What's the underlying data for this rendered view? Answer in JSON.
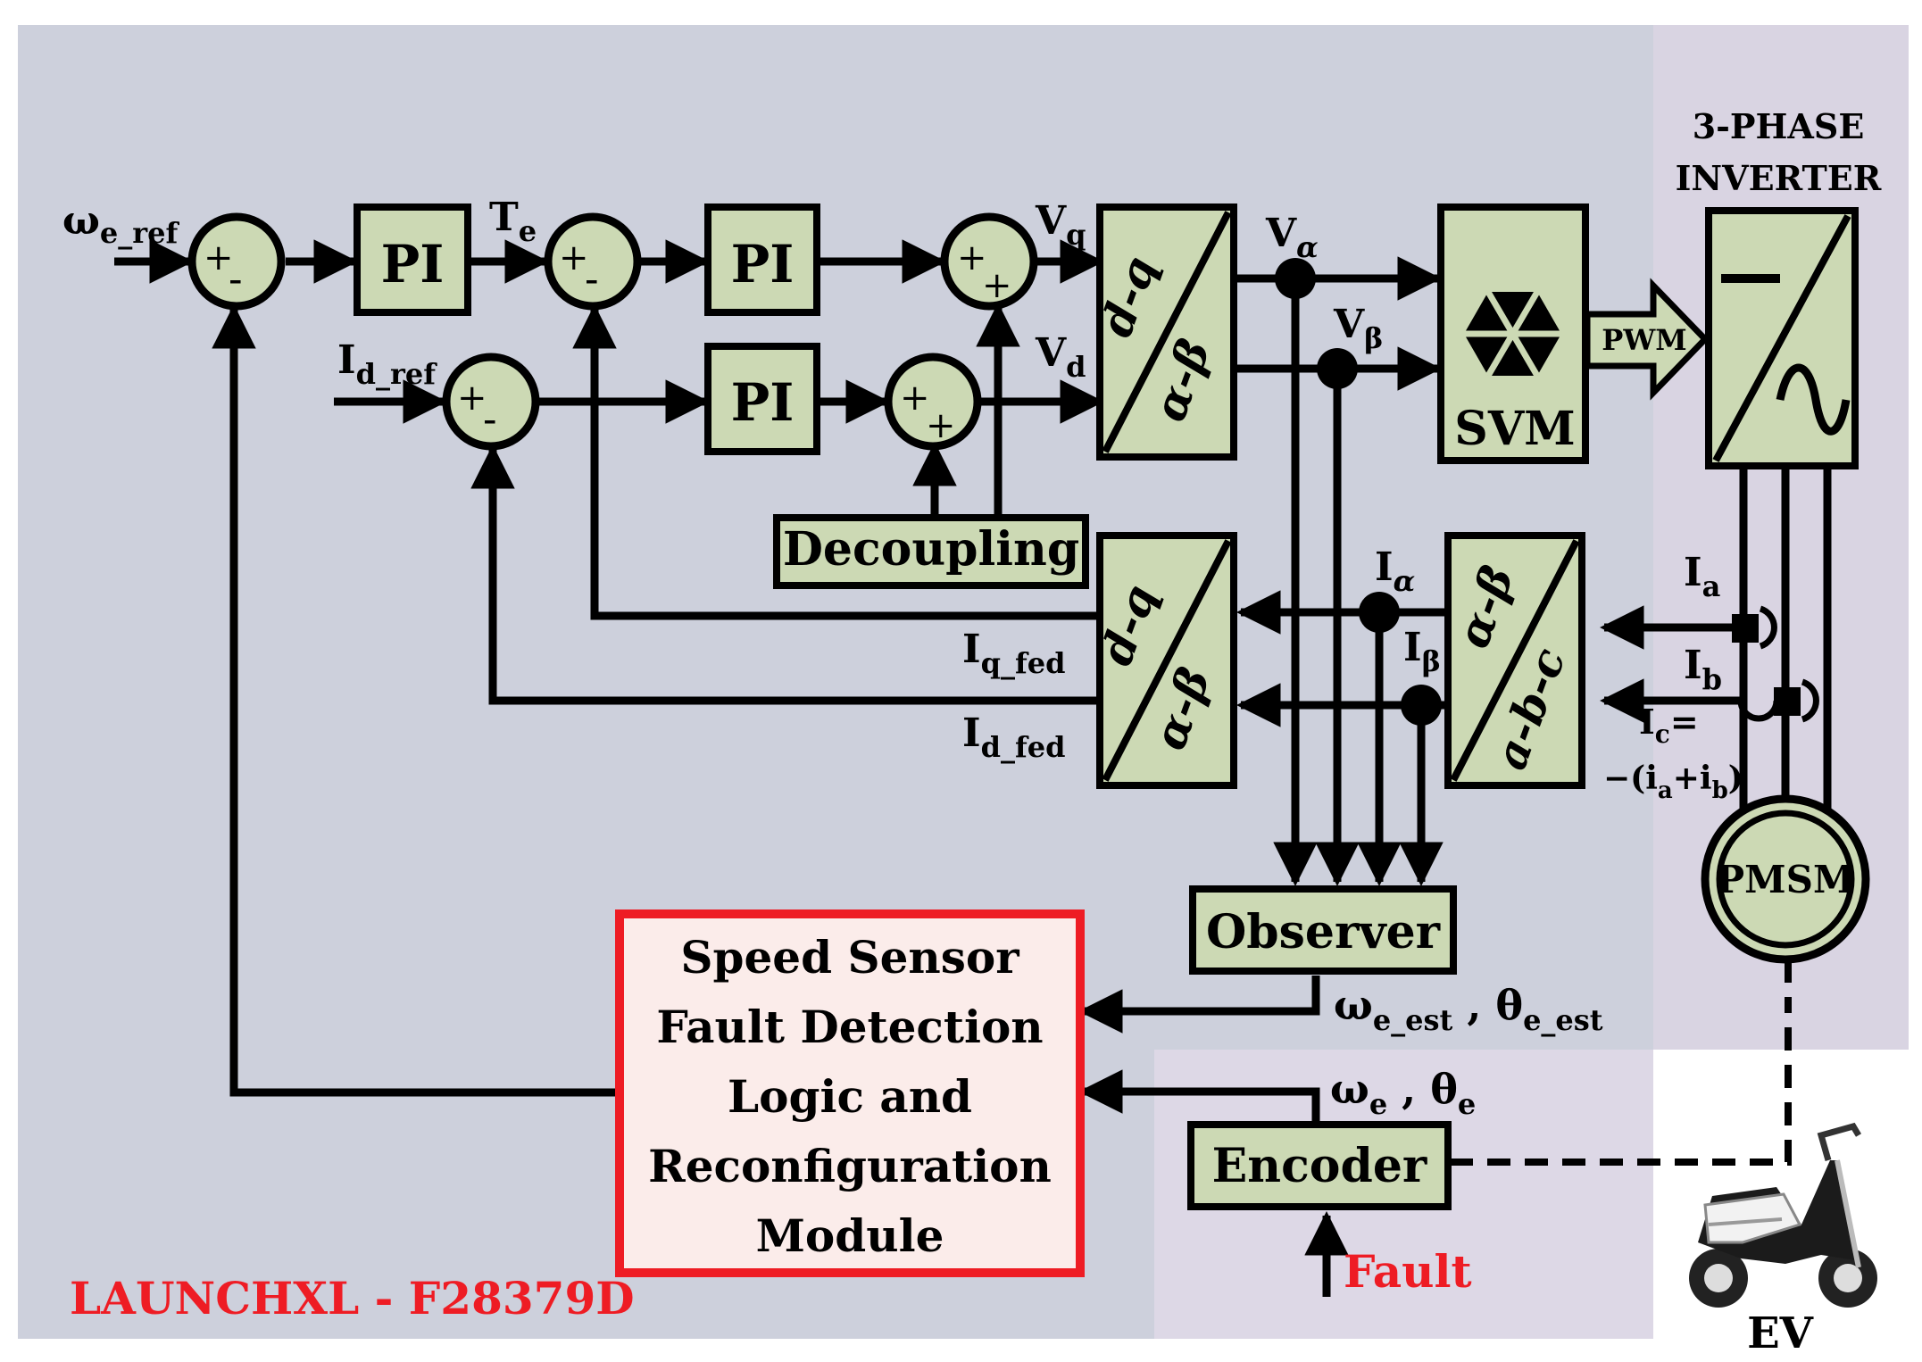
{
  "blocks": {
    "pi_label": "PI",
    "svm": "SVM",
    "pwm": "PWM",
    "decoupling": "Decoupling",
    "observer": "Observer",
    "encoder": "Encoder",
    "pmsm": "PMSM",
    "dq": "d-q",
    "ab": "α-β",
    "abc": "a-b-c"
  },
  "inverter": {
    "line1": "3-PHASE",
    "line2": "INVERTER"
  },
  "module": {
    "lines": [
      "Speed Sensor",
      "Fault Detection",
      "Logic and",
      "Reconfiguration",
      "Module"
    ]
  },
  "signals": {
    "we_ref": {
      "base": "ω",
      "sub": "e_ref"
    },
    "id_ref": {
      "base": "I",
      "sub": "d_ref"
    },
    "te": {
      "base": "T",
      "sub": "e"
    },
    "vq": {
      "base": "V",
      "sub": "q"
    },
    "vd": {
      "base": "V",
      "sub": "d"
    },
    "valpha": {
      "base": "V",
      "sub": "α"
    },
    "vbeta": {
      "base": "V",
      "sub": "β"
    },
    "ialpha": {
      "base": "I",
      "sub": "α"
    },
    "ibeta": {
      "base": "I",
      "sub": "β"
    },
    "iq_fed": {
      "base": "I",
      "sub": "q_fed"
    },
    "id_fed": {
      "base": "I",
      "sub": "d_fed"
    },
    "ia": {
      "base": "I",
      "sub": "a"
    },
    "ib": {
      "base": "I",
      "sub": "b"
    },
    "ic": {
      "base": "I",
      "sub": "c",
      "suffix": "="
    },
    "ic_expr": {
      "p1": "−(i",
      "s1": "a",
      "p2": "+i",
      "s2": "b",
      "p3": ")"
    },
    "we_est": {
      "base": "ω",
      "sub": "e_est",
      "sep": " , ",
      "base2": "θ",
      "sub2": "e_est"
    },
    "we_enc": {
      "base": "ω",
      "sub": "e",
      "sep": " , ",
      "base2": "θ",
      "sub2": "e"
    }
  },
  "sum_signs": {
    "plus": "+",
    "minus": "-"
  },
  "fault_label": "Fault",
  "board_label": "LAUNCHXL - F28379D",
  "ev_label": "EV",
  "colors": {
    "board_bg": "#cdd0dc",
    "inverter_bg": "#d9d4e2",
    "encoder_bg": "#ddd8e6",
    "block_fill": "#ccd9b4",
    "module_border": "#ee1c24",
    "module_fill": "#fbecea",
    "fault_text": "#ee1c24"
  }
}
